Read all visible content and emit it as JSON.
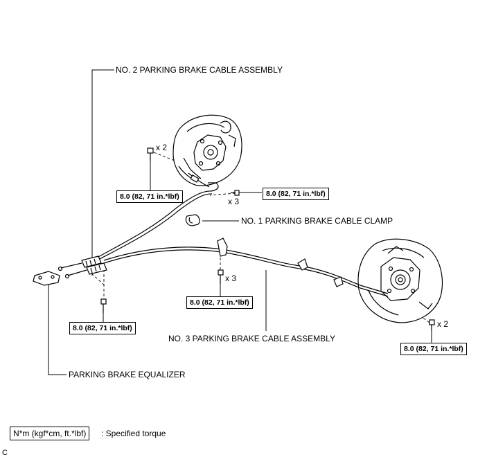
{
  "labels": {
    "no2_cable": "NO. 2 PARKING BRAKE CABLE ASSEMBLY",
    "no1_clamp": "NO. 1 PARKING BRAKE CABLE CLAMP",
    "no3_cable": "NO. 3 PARKING BRAKE CABLE ASSEMBLY",
    "equalizer": "PARKING BRAKE EQUALIZER"
  },
  "torque": {
    "upper_left": "8.0 (82, 71 in.*lbf)",
    "upper_right": "8.0 (82, 71 in.*lbf)",
    "center": "8.0 (82, 71 in.*lbf)",
    "lower_left": "8.0 (82, 71 in.*lbf)",
    "lower_right": "8.0 (82, 71 in.*lbf)"
  },
  "quantities": {
    "upper_left": "x 2",
    "upper_right": "x 3",
    "center": "x 3",
    "lower_right": "x 2"
  },
  "legend": {
    "unit": "N*m (kgf*cm, ft.*lbf)",
    "description": ": Specified torque"
  },
  "corner_code": "C"
}
